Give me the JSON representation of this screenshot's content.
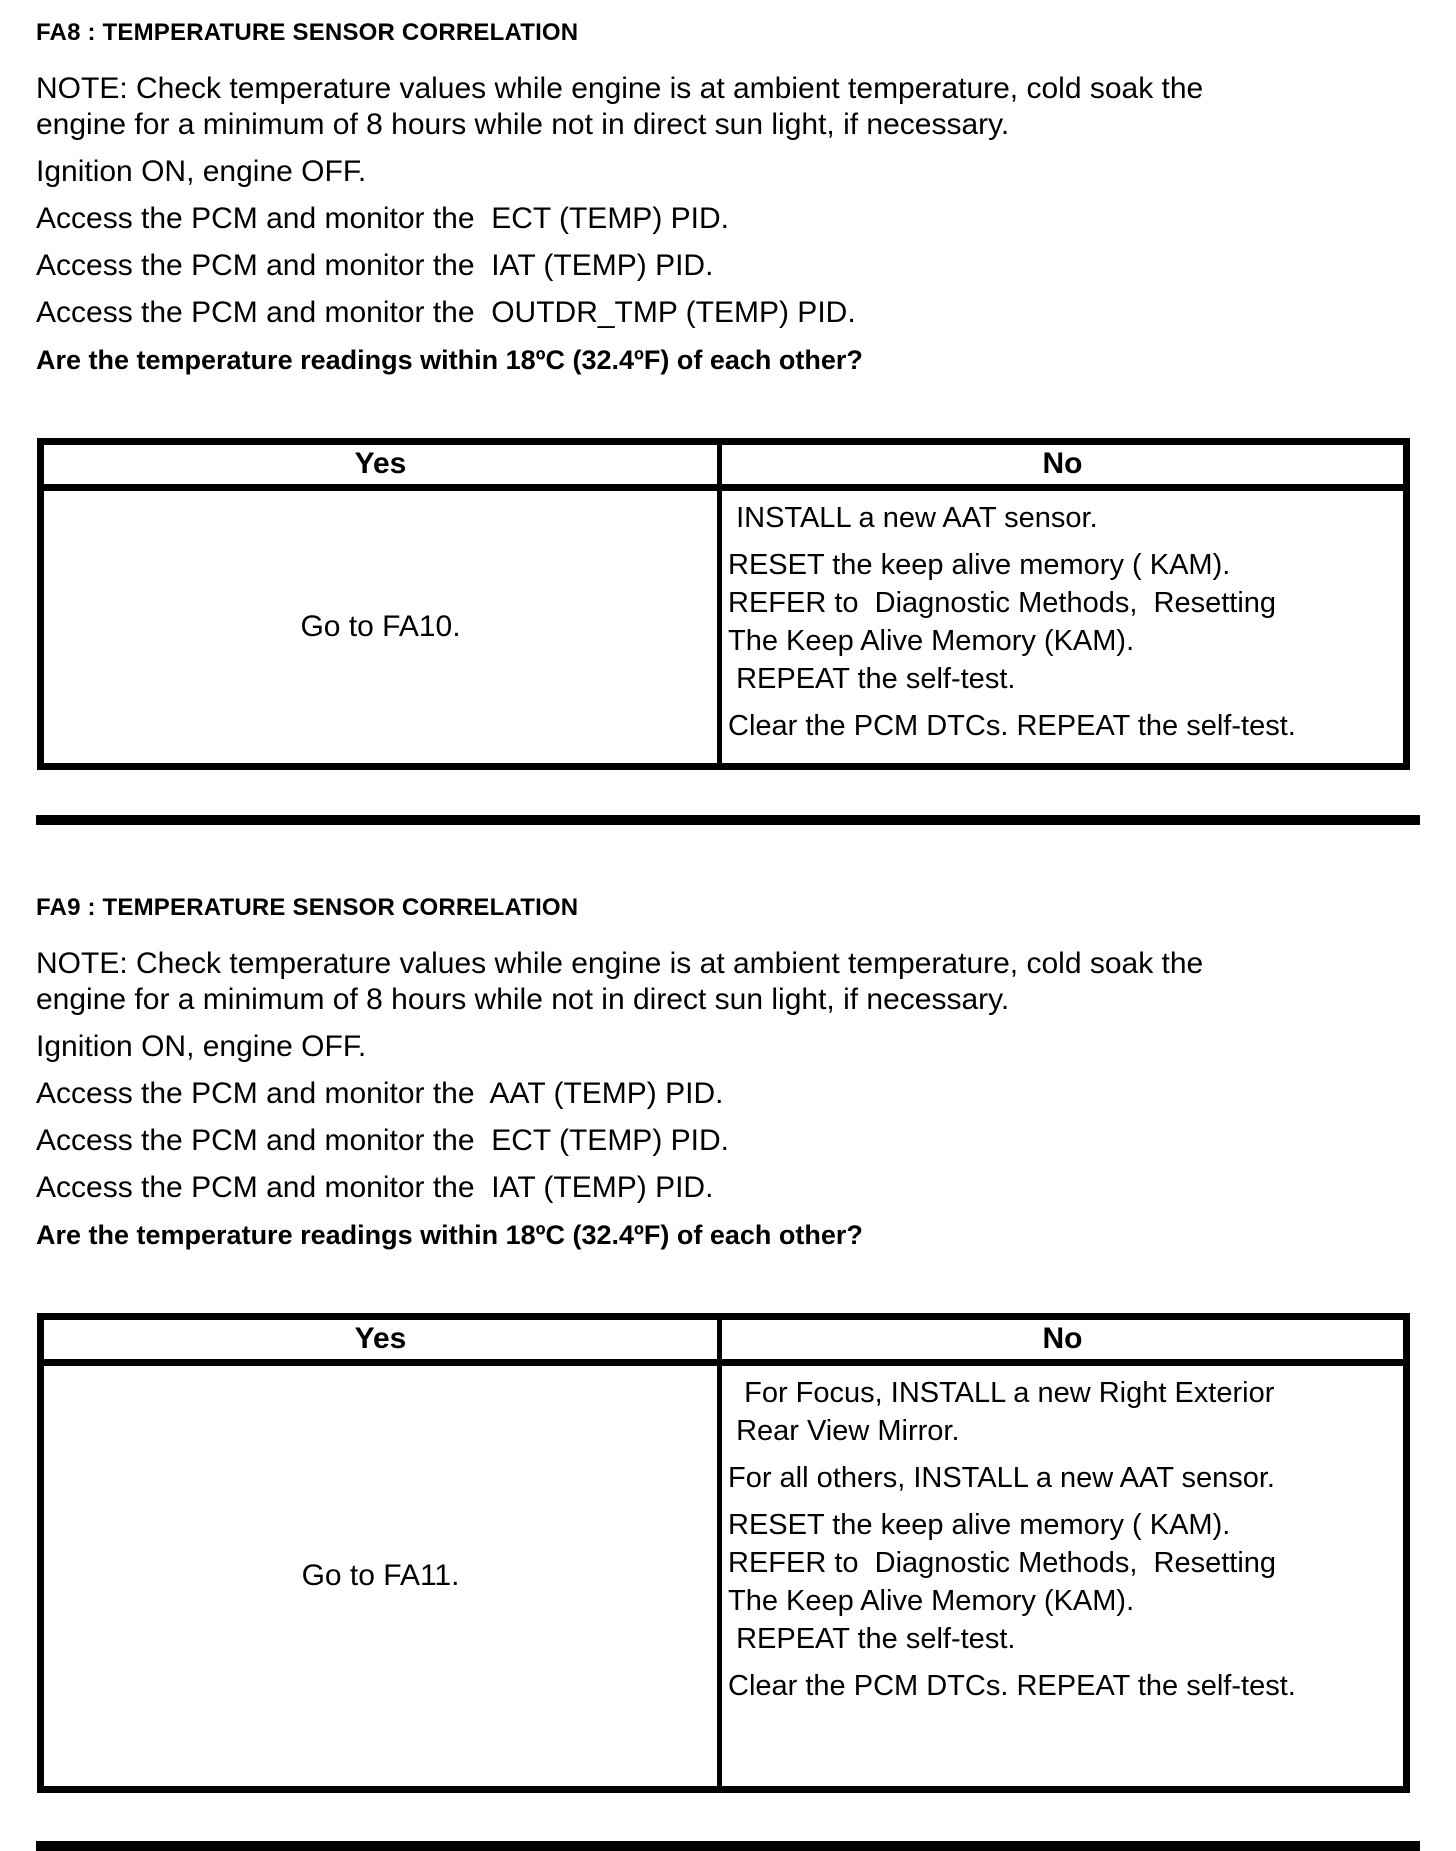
{
  "colors": {
    "text": "#000000",
    "background": "#ffffff",
    "table_border": "#000000"
  },
  "sections": [
    {
      "id": "FA8",
      "heading": "FA8 : TEMPERATURE SENSOR CORRELATION",
      "note_lines": [
        "NOTE: Check temperature values while engine is at ambient temperature, cold soak the",
        "engine for a minimum of 8 hours while not in direct sun light, if necessary."
      ],
      "steps": [
        "Ignition ON, engine OFF.",
        "Access the PCM and monitor the  ECT (TEMP) PID.",
        "Access the PCM and monitor the  IAT (TEMP) PID.",
        "Access the PCM and monitor the  OUTDR_TMP (TEMP) PID."
      ],
      "question": "Are the temperature readings within 18ºC (32.4ºF) of each other?",
      "table": {
        "yes_header": "Yes",
        "no_header": "No",
        "yes_action": "Go to FA10.",
        "no_action_groups": [
          {
            "lines": [
              " INSTALL a new AAT sensor."
            ]
          },
          {
            "lines": [
              "RESET the keep alive memory ( KAM).",
              "REFER to  Diagnostic Methods,  Resetting",
              "The Keep Alive Memory (KAM).",
              " REPEAT the self-test."
            ]
          },
          {
            "lines": [
              "Clear the PCM DTCs. REPEAT the self-test."
            ]
          }
        ]
      }
    },
    {
      "id": "FA9",
      "heading": "FA9 : TEMPERATURE SENSOR CORRELATION",
      "note_lines": [
        "NOTE: Check temperature values while engine is at ambient temperature, cold soak the",
        "engine for a minimum of 8 hours while not in direct sun light, if necessary."
      ],
      "steps": [
        "Ignition ON, engine OFF.",
        "Access the PCM and monitor the  AAT (TEMP) PID.",
        "Access the PCM and monitor the  ECT (TEMP) PID.",
        "Access the PCM and monitor the  IAT (TEMP) PID."
      ],
      "question": "Are the temperature readings within 18ºC (32.4ºF) of each other?",
      "table": {
        "yes_header": "Yes",
        "no_header": "No",
        "yes_action": "Go to FA11.",
        "no_action_groups": [
          {
            "lines": [
              "  For Focus, INSTALL a new Right Exterior",
              " Rear View Mirror."
            ]
          },
          {
            "lines": [
              "For all others, INSTALL a new AAT sensor."
            ]
          },
          {
            "lines": [
              "RESET the keep alive memory ( KAM).",
              "REFER to  Diagnostic Methods,  Resetting",
              "The Keep Alive Memory (KAM).",
              " REPEAT the self-test."
            ]
          },
          {
            "lines": [
              "Clear the PCM DTCs. REPEAT the self-test."
            ]
          }
        ]
      }
    }
  ]
}
